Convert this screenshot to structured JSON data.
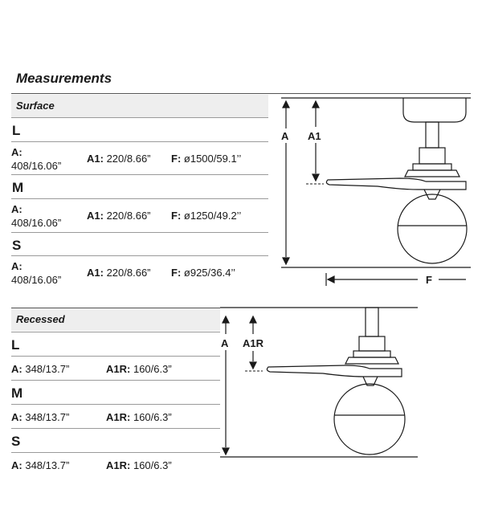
{
  "title": "Measurements",
  "surface": {
    "heading": "Surface",
    "rows": [
      {
        "size": "L",
        "a_label": "A:",
        "a_value": "408/16.06”",
        "a1_label": "A1:",
        "a1_value": "220/8.66”",
        "f_label": "F:",
        "f_value": "ø1500/59.1’’"
      },
      {
        "size": "M",
        "a_label": "A:",
        "a_value": "408/16.06”",
        "a1_label": "A1:",
        "a1_value": "220/8.66”",
        "f_label": "F:",
        "f_value": "ø1250/49.2’’"
      },
      {
        "size": "S",
        "a_label": "A:",
        "a_value": "408/16.06”",
        "a1_label": "A1:",
        "a1_value": "220/8.66”",
        "f_label": "F:",
        "f_value": "ø925/36.4’’"
      }
    ],
    "diagram": {
      "label_a": "A",
      "label_a1": "A1",
      "label_f": "F"
    }
  },
  "recessed": {
    "heading": "Recessed",
    "rows": [
      {
        "size": "L",
        "a_label": "A:",
        "a_value": "348/13.7”",
        "a1r_label": "A1R:",
        "a1r_value": "160/6.3”"
      },
      {
        "size": "M",
        "a_label": "A:",
        "a_value": "348/13.7”",
        "a1r_label": "A1R:",
        "a1r_value": "160/6.3”"
      },
      {
        "size": "S",
        "a_label": "A:",
        "a_value": "348/13.7”",
        "a1r_label": "A1R:",
        "a1r_value": "160/6.3”"
      }
    ],
    "diagram": {
      "label_a": "A",
      "label_a1r": "A1R"
    }
  },
  "colors": {
    "text": "#1a1a1a",
    "rule": "#9a9a9a",
    "header_bg": "#eeeeee"
  }
}
